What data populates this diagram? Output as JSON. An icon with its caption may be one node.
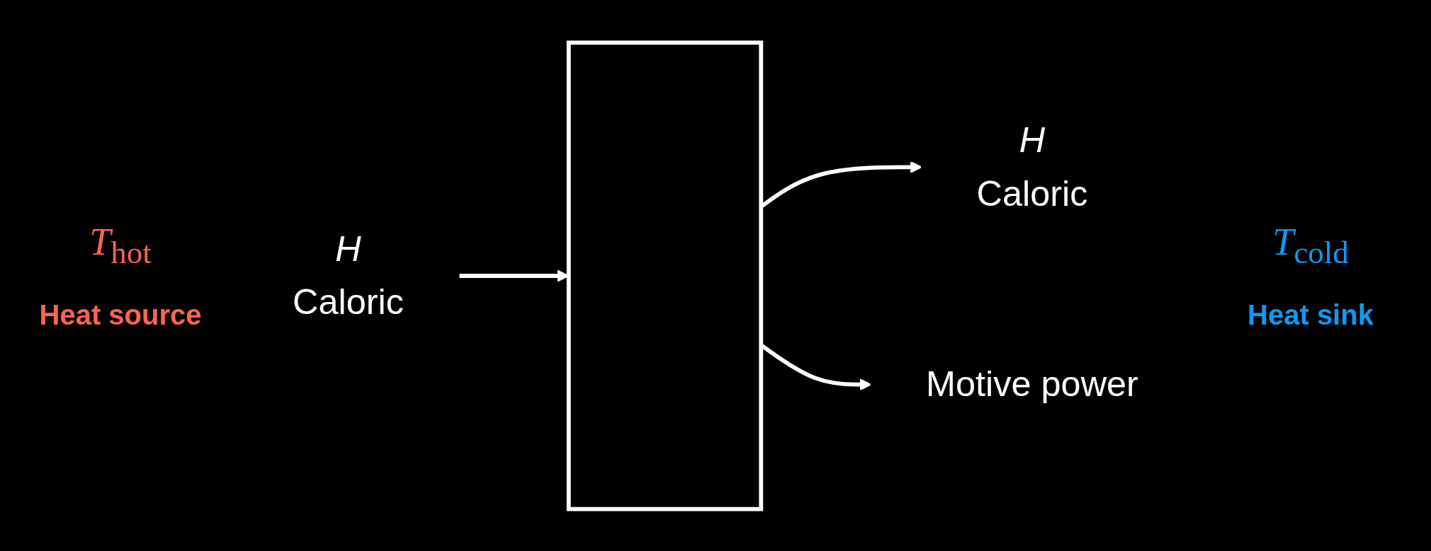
{
  "diagram": {
    "nodes": [
      {
        "text": [
          "H",
          "Caloric"
        ]
      },
      {
        "text": [],
        "shape": "box"
      },
      {
        "text": [
          "H",
          "Caloric"
        ]
      },
      {
        "text": [
          "Motive power"
        ]
      }
    ],
    "edges": [
      {
        "from": 0,
        "to": 1,
        "arrow": "to"
      },
      {
        "from": 1,
        "to": 2,
        "arrow": "to"
      },
      {
        "from": 1,
        "to": 3,
        "arrow": "to"
      }
    ],
    "labels": [
      "T$_{hot}$",
      "Heat source",
      "T$_{cold}$",
      "Heat sink"
    ]
  }
}
